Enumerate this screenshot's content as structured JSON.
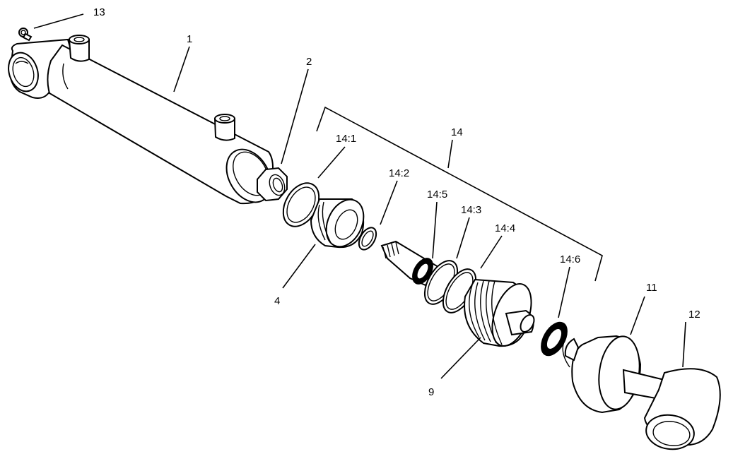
{
  "labels": {
    "l1": "1",
    "l2": "2",
    "l4": "4",
    "l9": "9",
    "l11": "11",
    "l12": "12",
    "l13": "13",
    "l14": "14",
    "l14_1": "14:1",
    "l14_2": "14:2",
    "l14_3": "14:3",
    "l14_4": "14:4",
    "l14_5": "14:5",
    "l14_6": "14:6"
  }
}
